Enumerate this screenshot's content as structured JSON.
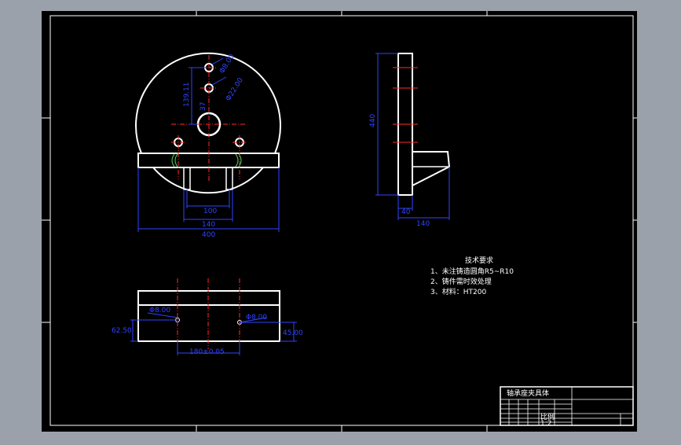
{
  "colors": {
    "outer_bg": "#9aa1aa",
    "sheet": "#000000",
    "outline": "#ffffff",
    "dimension": "#2f43ff",
    "centerline": "#ff2a2a",
    "hatch": "#4cdb5a"
  },
  "front_view": {
    "hole_dia_top": "Φ8.00",
    "hole_dia_mid": "Φ22.00",
    "height_dim": "139.11",
    "small_dim": "37",
    "inner_width": "100",
    "base_width": "140",
    "overall_width": "400"
  },
  "side_view": {
    "height_dim": "440",
    "thickness": "40",
    "base_depth": "140"
  },
  "top_view": {
    "hole_left": "Φ8.00",
    "hole_right": "Φ8.00",
    "left_offset": "62.50",
    "right_offset": "45.00",
    "center_span": "180±0.05"
  },
  "notes": {
    "title": "技术要求",
    "line1": "1、未注铸造圆角R5~R10",
    "line2": "2、铸件需时效处理",
    "line3": "3、材料：HT200"
  },
  "title_block": {
    "part_name": "轴承座夹具体",
    "material_label": "比例",
    "scale": "1:2"
  }
}
